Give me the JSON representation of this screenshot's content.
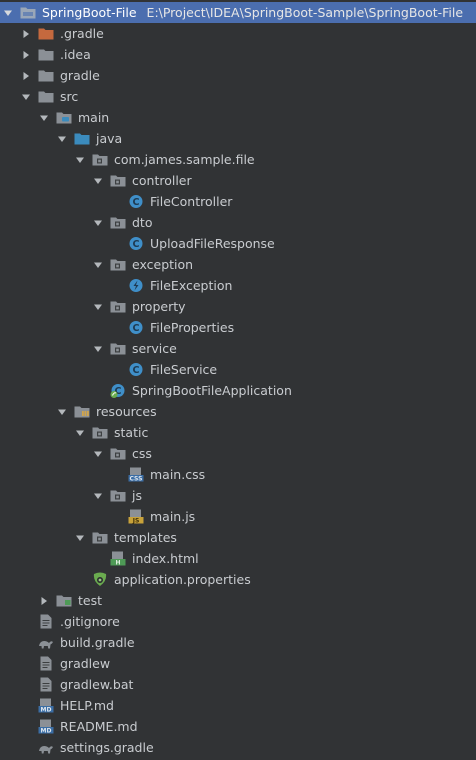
{
  "project": {
    "name": "SpringBoot-File",
    "path": "E:\\Project\\IDEA\\SpringBoot-Sample\\SpringBoot-File"
  },
  "colors": {
    "selected_row": "#4b6eaf",
    "folder": "#8b9096",
    "gradle_folder": "#c5693e",
    "source_folder": "#3b8bbd",
    "class_icon": "#3f8fc9"
  },
  "tree": [
    {
      "label": ".gradle",
      "depth": 1,
      "arrow": "collapsed",
      "icon": "folder-orange"
    },
    {
      "label": ".idea",
      "depth": 1,
      "arrow": "collapsed",
      "icon": "folder"
    },
    {
      "label": "gradle",
      "depth": 1,
      "arrow": "collapsed",
      "icon": "folder"
    },
    {
      "label": "src",
      "depth": 1,
      "arrow": "expanded",
      "icon": "folder"
    },
    {
      "label": "main",
      "depth": 2,
      "arrow": "expanded",
      "icon": "module-folder"
    },
    {
      "label": "java",
      "depth": 3,
      "arrow": "expanded",
      "icon": "source-folder"
    },
    {
      "label": "com.james.sample.file",
      "depth": 4,
      "arrow": "expanded",
      "icon": "package"
    },
    {
      "label": "controller",
      "depth": 5,
      "arrow": "expanded",
      "icon": "package"
    },
    {
      "label": "FileController",
      "depth": 6,
      "arrow": "none",
      "icon": "class"
    },
    {
      "label": "dto",
      "depth": 5,
      "arrow": "expanded",
      "icon": "package"
    },
    {
      "label": "UploadFileResponse",
      "depth": 6,
      "arrow": "none",
      "icon": "class"
    },
    {
      "label": "exception",
      "depth": 5,
      "arrow": "expanded",
      "icon": "package"
    },
    {
      "label": "FileException",
      "depth": 6,
      "arrow": "none",
      "icon": "exception-class"
    },
    {
      "label": "property",
      "depth": 5,
      "arrow": "expanded",
      "icon": "package"
    },
    {
      "label": "FileProperties",
      "depth": 6,
      "arrow": "none",
      "icon": "class"
    },
    {
      "label": "service",
      "depth": 5,
      "arrow": "expanded",
      "icon": "package"
    },
    {
      "label": "FileService",
      "depth": 6,
      "arrow": "none",
      "icon": "class"
    },
    {
      "label": "SpringBootFileApplication",
      "depth": 5,
      "arrow": "none",
      "icon": "spring-class"
    },
    {
      "label": "resources",
      "depth": 3,
      "arrow": "expanded",
      "icon": "resources-folder"
    },
    {
      "label": "static",
      "depth": 4,
      "arrow": "expanded",
      "icon": "package"
    },
    {
      "label": "css",
      "depth": 5,
      "arrow": "expanded",
      "icon": "package"
    },
    {
      "label": "main.css",
      "depth": 6,
      "arrow": "none",
      "icon": "css-file"
    },
    {
      "label": "js",
      "depth": 5,
      "arrow": "expanded",
      "icon": "package"
    },
    {
      "label": "main.js",
      "depth": 6,
      "arrow": "none",
      "icon": "js-file"
    },
    {
      "label": "templates",
      "depth": 4,
      "arrow": "expanded",
      "icon": "package"
    },
    {
      "label": "index.html",
      "depth": 5,
      "arrow": "none",
      "icon": "html-file"
    },
    {
      "label": "application.properties",
      "depth": 4,
      "arrow": "none",
      "icon": "spring-properties"
    },
    {
      "label": "test",
      "depth": 2,
      "arrow": "collapsed",
      "icon": "test-folder"
    },
    {
      "label": ".gitignore",
      "depth": 1,
      "arrow": "none",
      "icon": "text-file"
    },
    {
      "label": "build.gradle",
      "depth": 1,
      "arrow": "none",
      "icon": "gradle-file"
    },
    {
      "label": "gradlew",
      "depth": 1,
      "arrow": "none",
      "icon": "text-file"
    },
    {
      "label": "gradlew.bat",
      "depth": 1,
      "arrow": "none",
      "icon": "text-file"
    },
    {
      "label": "HELP.md",
      "depth": 1,
      "arrow": "none",
      "icon": "md-file"
    },
    {
      "label": "README.md",
      "depth": 1,
      "arrow": "none",
      "icon": "md-file"
    },
    {
      "label": "settings.gradle",
      "depth": 1,
      "arrow": "none",
      "icon": "gradle-file"
    }
  ]
}
